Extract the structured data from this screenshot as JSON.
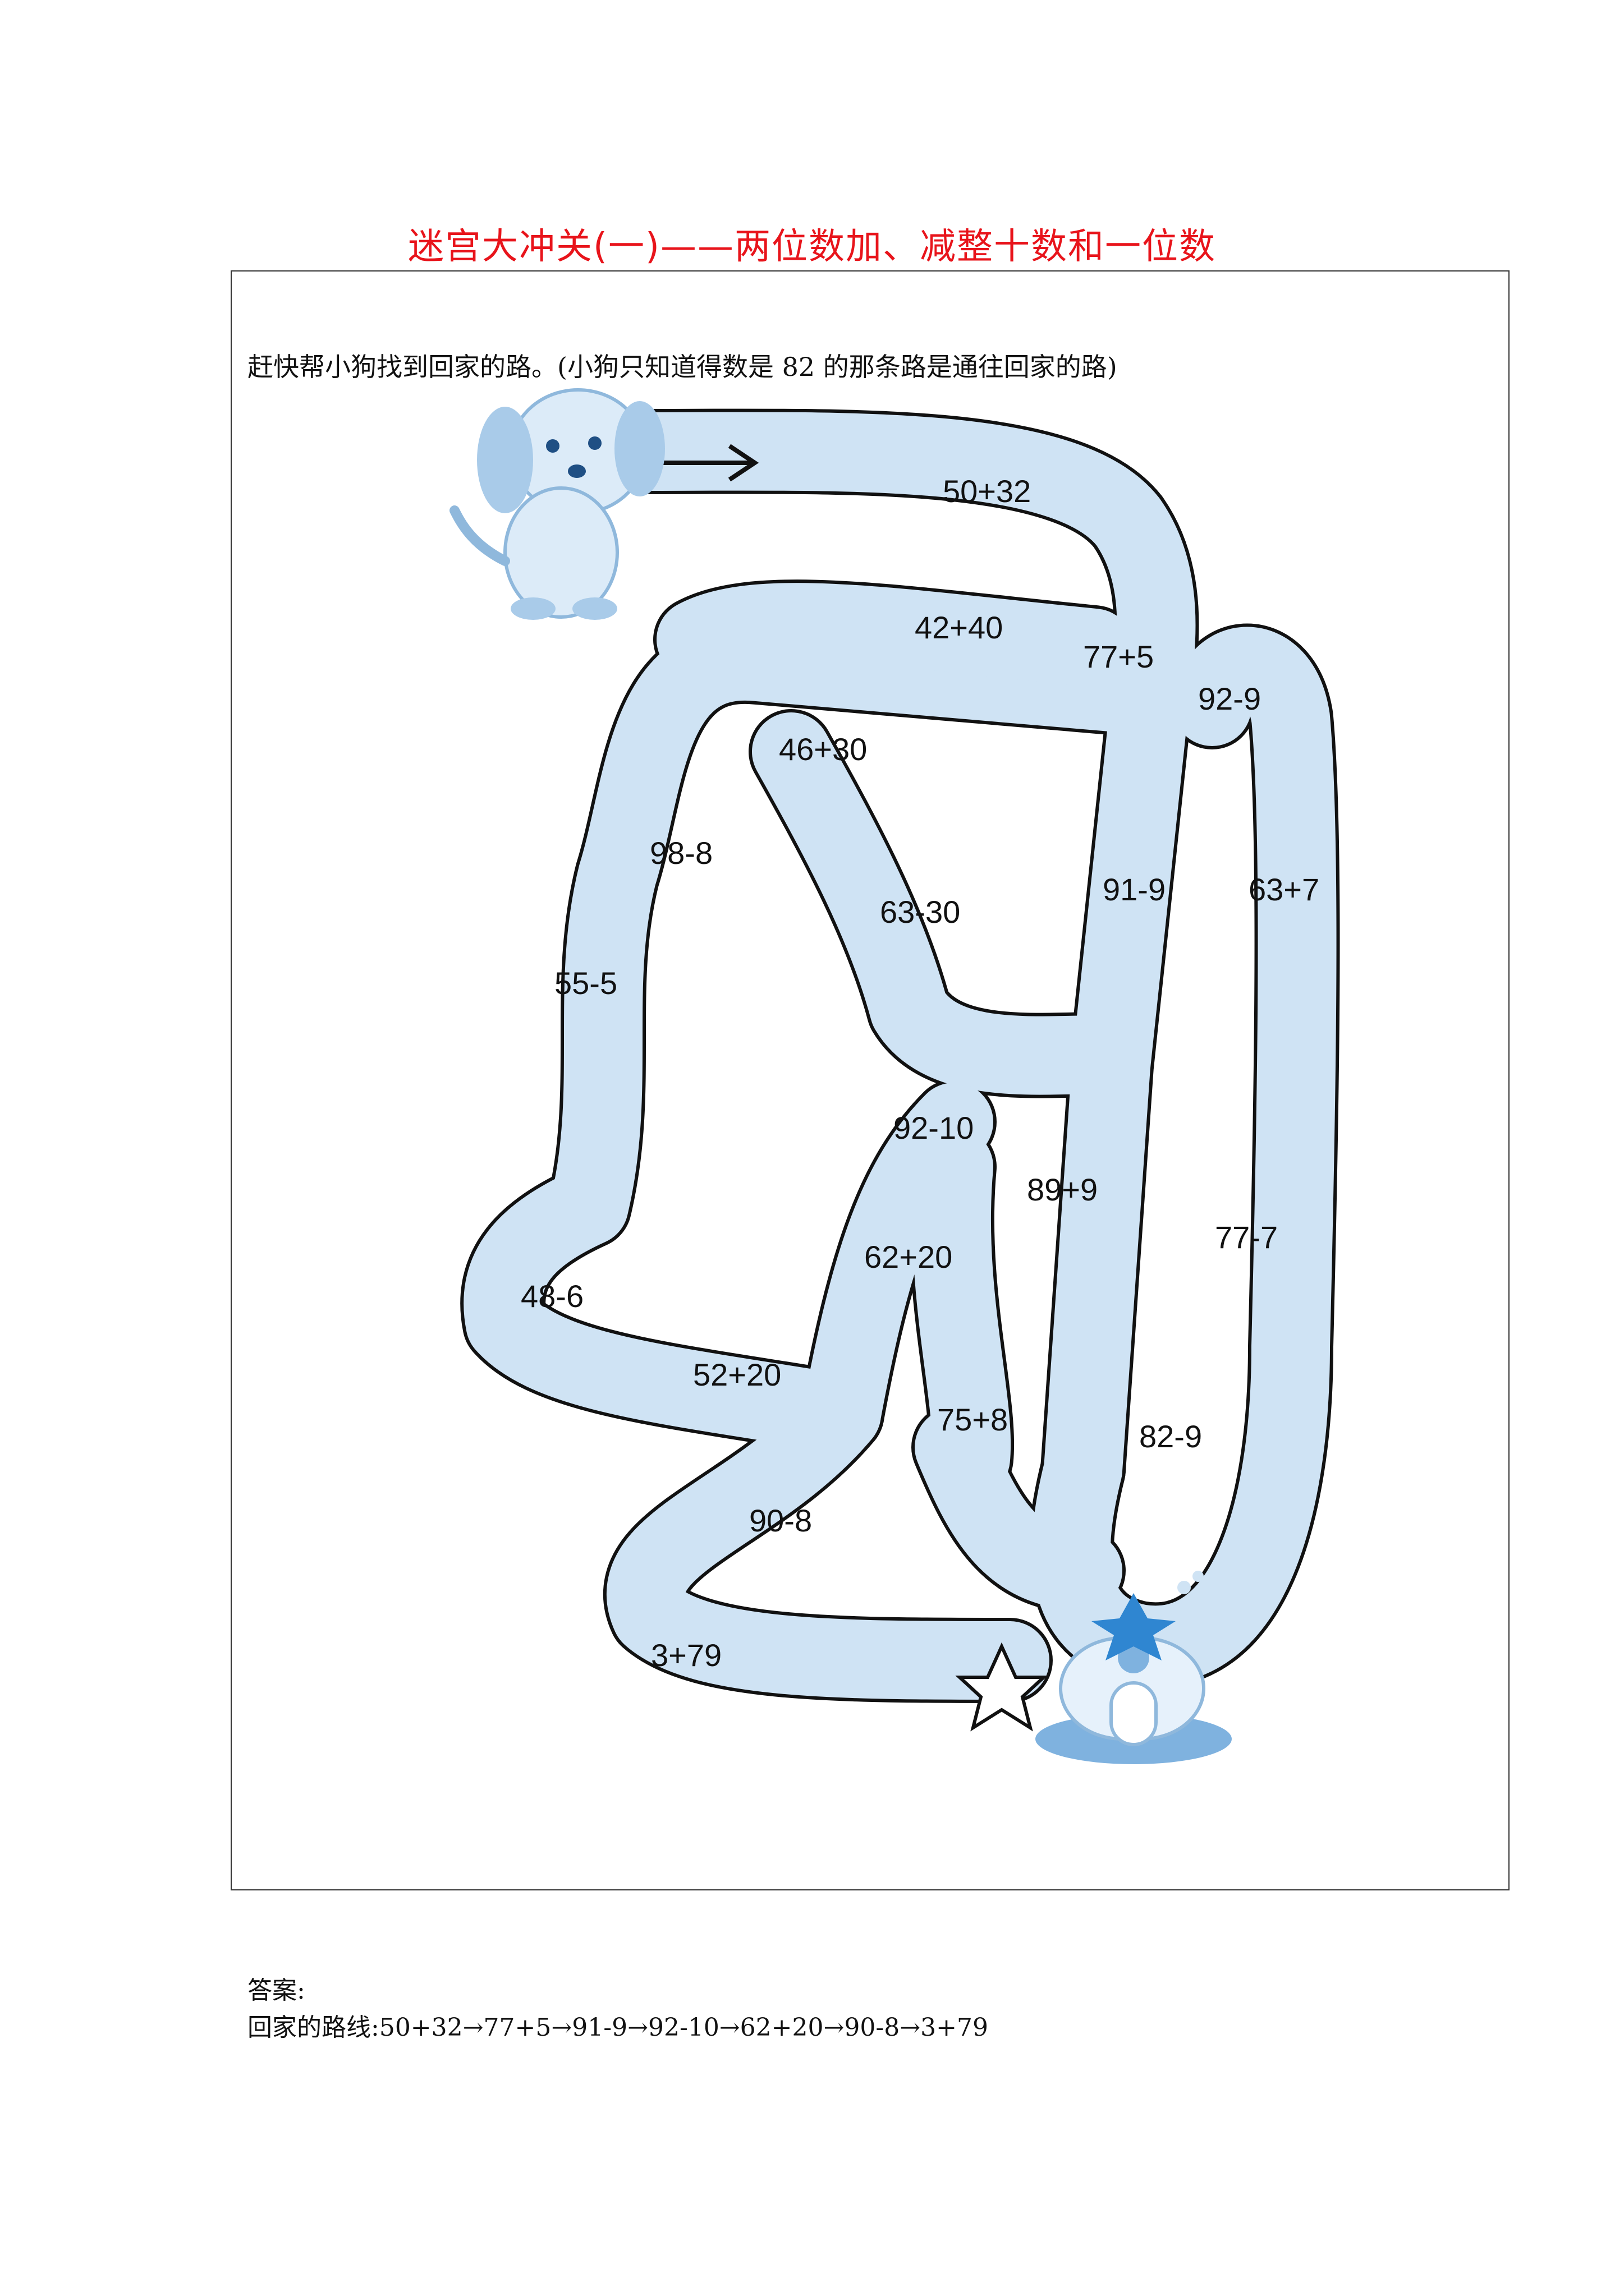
{
  "title": "迷宫大冲关(一)——两位数加、减整十数和一位数",
  "instruction": "赶快帮小狗找到回家的路。(小狗只知道得数是 82 的那条路是通往回家的路)",
  "maze": {
    "path_color": "#cfe3f4",
    "labels": [
      {
        "id": "l1",
        "text": "50+32"
      },
      {
        "id": "l2",
        "text": "42+40"
      },
      {
        "id": "l3",
        "text": "77+5"
      },
      {
        "id": "l4",
        "text": "92-9"
      },
      {
        "id": "l5",
        "text": "46+30"
      },
      {
        "id": "l6",
        "text": "98-8"
      },
      {
        "id": "l7",
        "text": "63-30"
      },
      {
        "id": "l8",
        "text": "91-9"
      },
      {
        "id": "l9",
        "text": "63+7"
      },
      {
        "id": "l10",
        "text": "55-5"
      },
      {
        "id": "l11",
        "text": "92-10"
      },
      {
        "id": "l12",
        "text": "89+9"
      },
      {
        "id": "l13",
        "text": "77-7"
      },
      {
        "id": "l14",
        "text": "62+20"
      },
      {
        "id": "l15",
        "text": "48-6"
      },
      {
        "id": "l16",
        "text": "52+20"
      },
      {
        "id": "l17",
        "text": "75+8"
      },
      {
        "id": "l18",
        "text": "82-9"
      },
      {
        "id": "l19",
        "text": "90-8"
      },
      {
        "id": "l20",
        "text": "3+79"
      }
    ]
  },
  "answer": {
    "heading": "答案:",
    "route": "回家的路线:50+32→77+5→91-9→92-10→62+20→90-8→3+79"
  }
}
